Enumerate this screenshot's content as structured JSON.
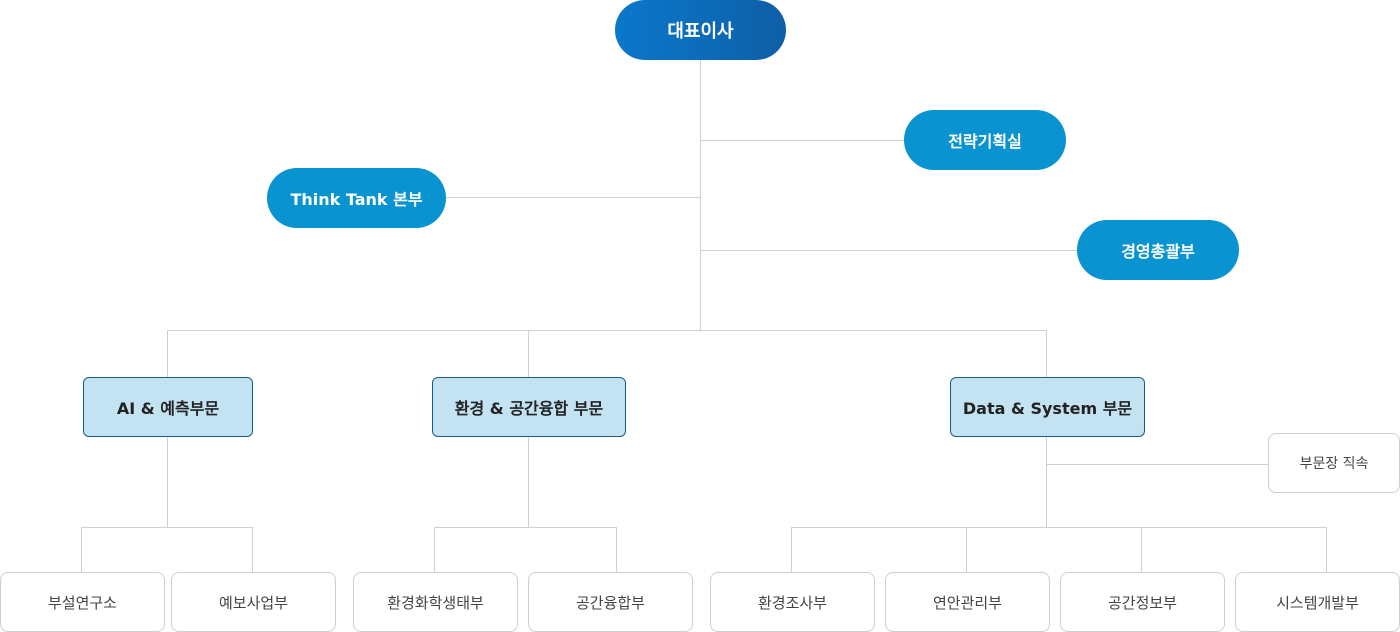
{
  "org": {
    "ceo": "대표이사",
    "strategy": "전략기획실",
    "think_tank": "Think Tank 본부",
    "management": "경영총괄부",
    "divisions": {
      "ai": "AI & 예측부문",
      "env": "환경 & 공간융합 부문",
      "data": "Data & System 부문"
    },
    "direct_report": "부문장 직속",
    "teams": {
      "ai_research": "부설연구소",
      "ai_forecast": "예보사업부",
      "env_chem": "환경화학생태부",
      "env_space": "공간융합부",
      "data_survey": "환경조사부",
      "data_coast": "연안관리부",
      "data_spatial": "공간정보부",
      "data_system": "시스템개발부"
    }
  },
  "colors": {
    "ceo_gradient_start": "#0a78cc",
    "ceo_gradient_end": "#0e5fa6",
    "pill": "#0a93d1",
    "division_fill": "#c3e3f2",
    "division_border": "#1a5a8c",
    "connector": "#d0d0d0"
  }
}
